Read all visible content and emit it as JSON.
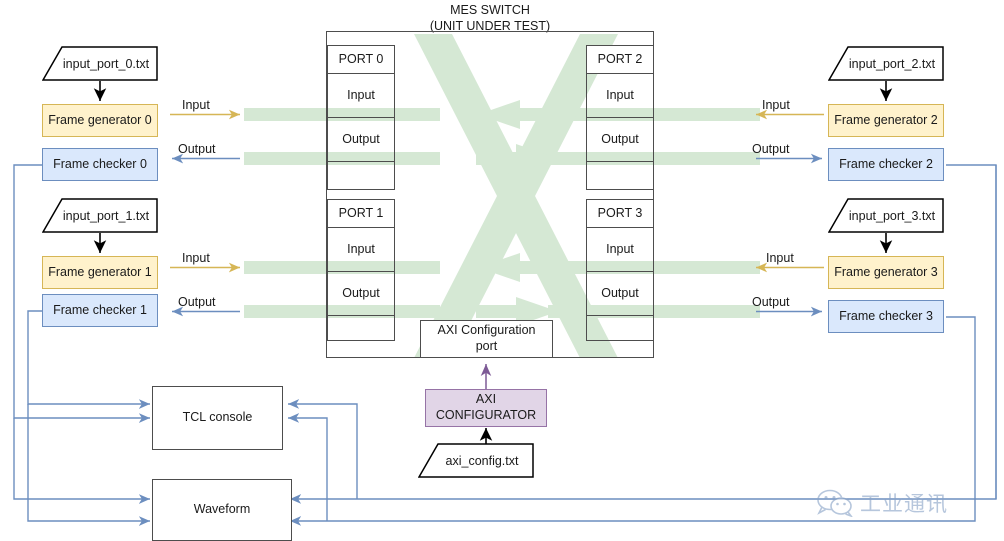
{
  "diagram": {
    "title_line1": "MES SWITCH",
    "title_line2": "(UNIT UNDER TEST)"
  },
  "switch": {
    "ports": [
      {
        "name": "PORT 0",
        "input": "Input",
        "output": "Output"
      },
      {
        "name": "PORT 1",
        "input": "Input",
        "output": "Output"
      },
      {
        "name": "PORT 2",
        "input": "Input",
        "output": "Output"
      },
      {
        "name": "PORT 3",
        "input": "Input",
        "output": "Output"
      }
    ],
    "axi_port_line1": "AXI Configuration",
    "axi_port_line2": "port"
  },
  "files": {
    "input_port_0": "input_port_0.txt",
    "input_port_1": "input_port_1.txt",
    "input_port_2": "input_port_2.txt",
    "input_port_3": "input_port_3.txt",
    "axi_config": "axi_config.txt"
  },
  "generators": [
    {
      "label": "Frame generator 0"
    },
    {
      "label": "Frame generator 1"
    },
    {
      "label": "Frame generator 2"
    },
    {
      "label": "Frame generator 3"
    }
  ],
  "checkers": [
    {
      "label": "Frame checker 0"
    },
    {
      "label": "Frame checker 1"
    },
    {
      "label": "Frame checker 2"
    },
    {
      "label": "Frame checker 3"
    }
  ],
  "edge_labels": {
    "input_0": "Input",
    "output_0": "Output",
    "input_1": "Input",
    "output_1": "Output",
    "input_2": "Input",
    "output_2": "Output",
    "input_3": "Input",
    "output_3": "Output"
  },
  "outputs": {
    "tcl_console": "TCL console",
    "waveform": "Waveform"
  },
  "axi": {
    "configurator_line1": "AXI",
    "configurator_line2": "CONFIGURATOR"
  },
  "watermark": {
    "text": "工业通讯",
    "icon": "wechat-icon"
  },
  "colors": {
    "generator_fill": "#fff2cc",
    "generator_stroke": "#d6b656",
    "checker_fill": "#dae8fc",
    "checker_stroke": "#6c8ebf",
    "axi_fill": "#e1d5e7",
    "axi_stroke": "#9673a6",
    "datapath_green": "#d5e8d4",
    "box_stroke": "#4d4d4d",
    "watermark": "#8aa4c8"
  }
}
